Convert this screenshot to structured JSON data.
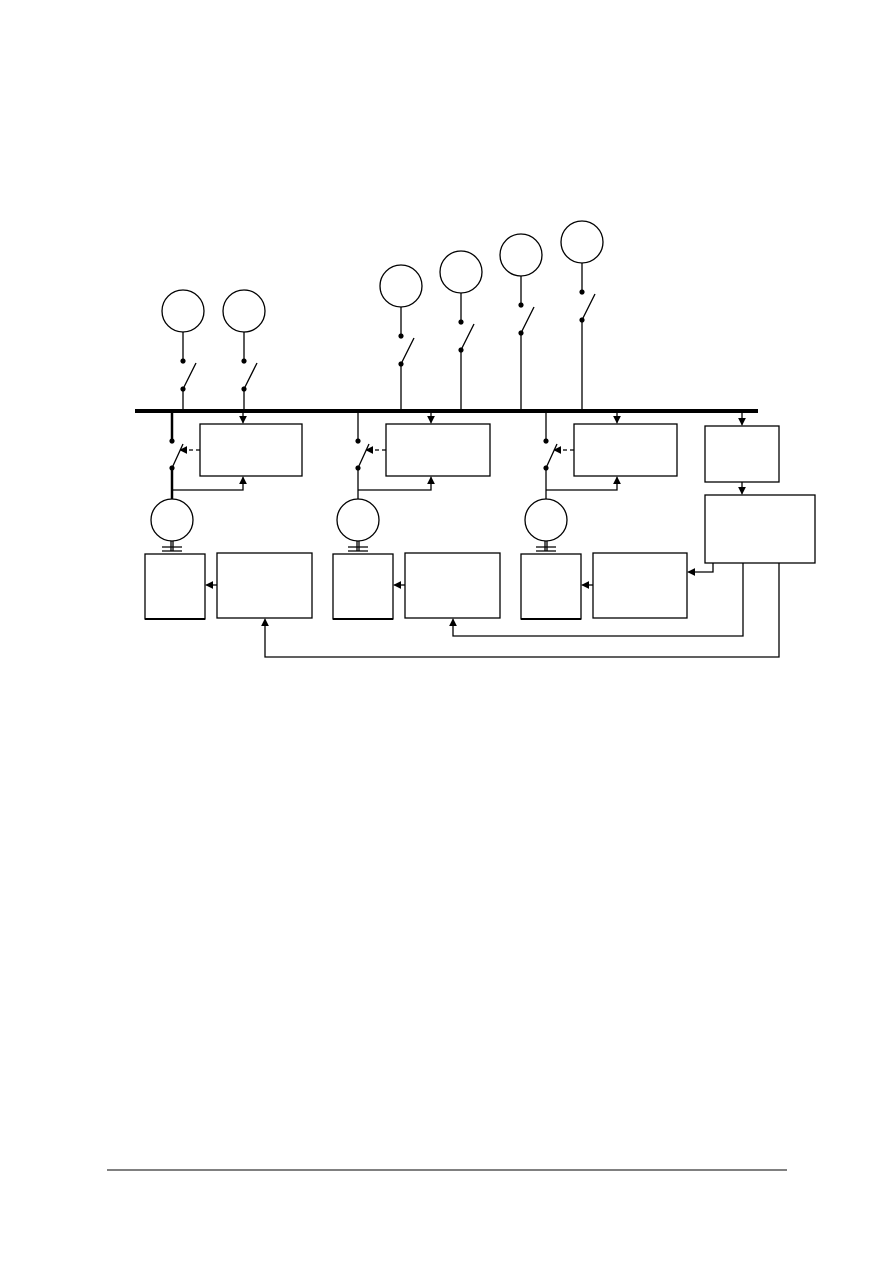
{
  "diagram": {
    "type": "electrical single-line block diagram",
    "labels": [],
    "colors": {
      "line": "#000000",
      "background": "#ffffff"
    },
    "top_generators": 6,
    "motor_feeders": 3
  }
}
